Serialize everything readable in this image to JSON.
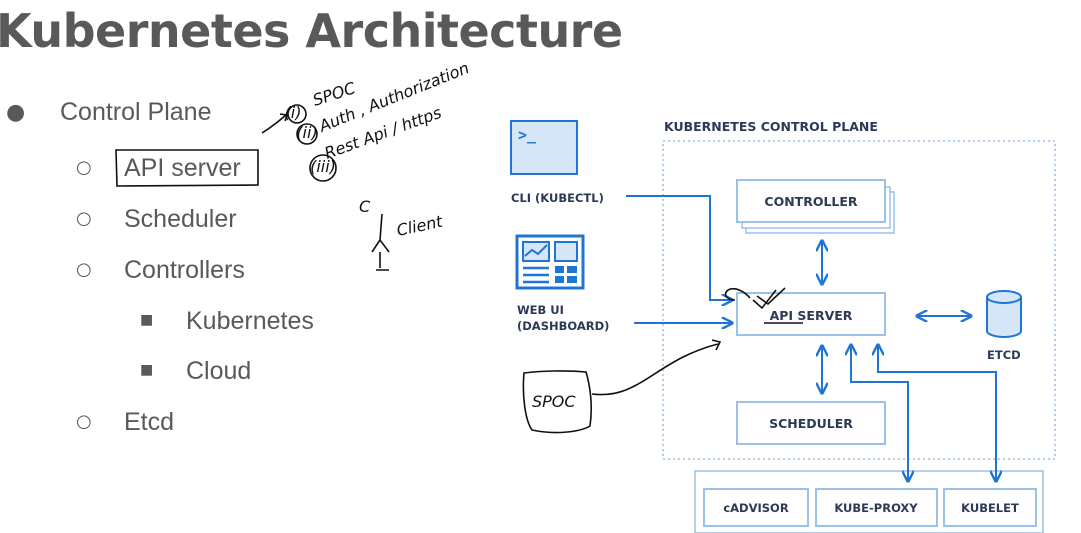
{
  "slide": {
    "title": "Kubernetes Architecture"
  },
  "outline": {
    "control_plane": "Control Plane",
    "api_server": "API server",
    "scheduler": "Scheduler",
    "controllers": "Controllers",
    "kubernetes": "Kubernetes",
    "cloud": "Cloud",
    "etcd": "Etcd"
  },
  "diagram": {
    "control_plane_label": "KUBERNETES CONTROL PLANE",
    "cli_label": "CLI (KUBECTL)",
    "cli_prompt": ">_",
    "web_ui_line1": "WEB UI",
    "web_ui_line2": "(DASHBOARD)",
    "controller": "CONTROLLER",
    "api_server": "API SERVER",
    "scheduler": "SCHEDULER",
    "etcd": "ETCD",
    "cadvisor": "cADVISOR",
    "kube_proxy": "KUBE-PROXY",
    "kubelet": "KUBELET",
    "accent_color": "#1f75d6"
  },
  "annotations": {
    "spoc_note": "SPOC",
    "auth_note": "Auth , Authorization",
    "rest_note": "Rest Api / https",
    "client_letter": "C",
    "client_note": "Client",
    "spoc_box": "SPOC",
    "num_i": "(i)",
    "num_ii": "(ii)",
    "num_iii": "(iii)"
  }
}
